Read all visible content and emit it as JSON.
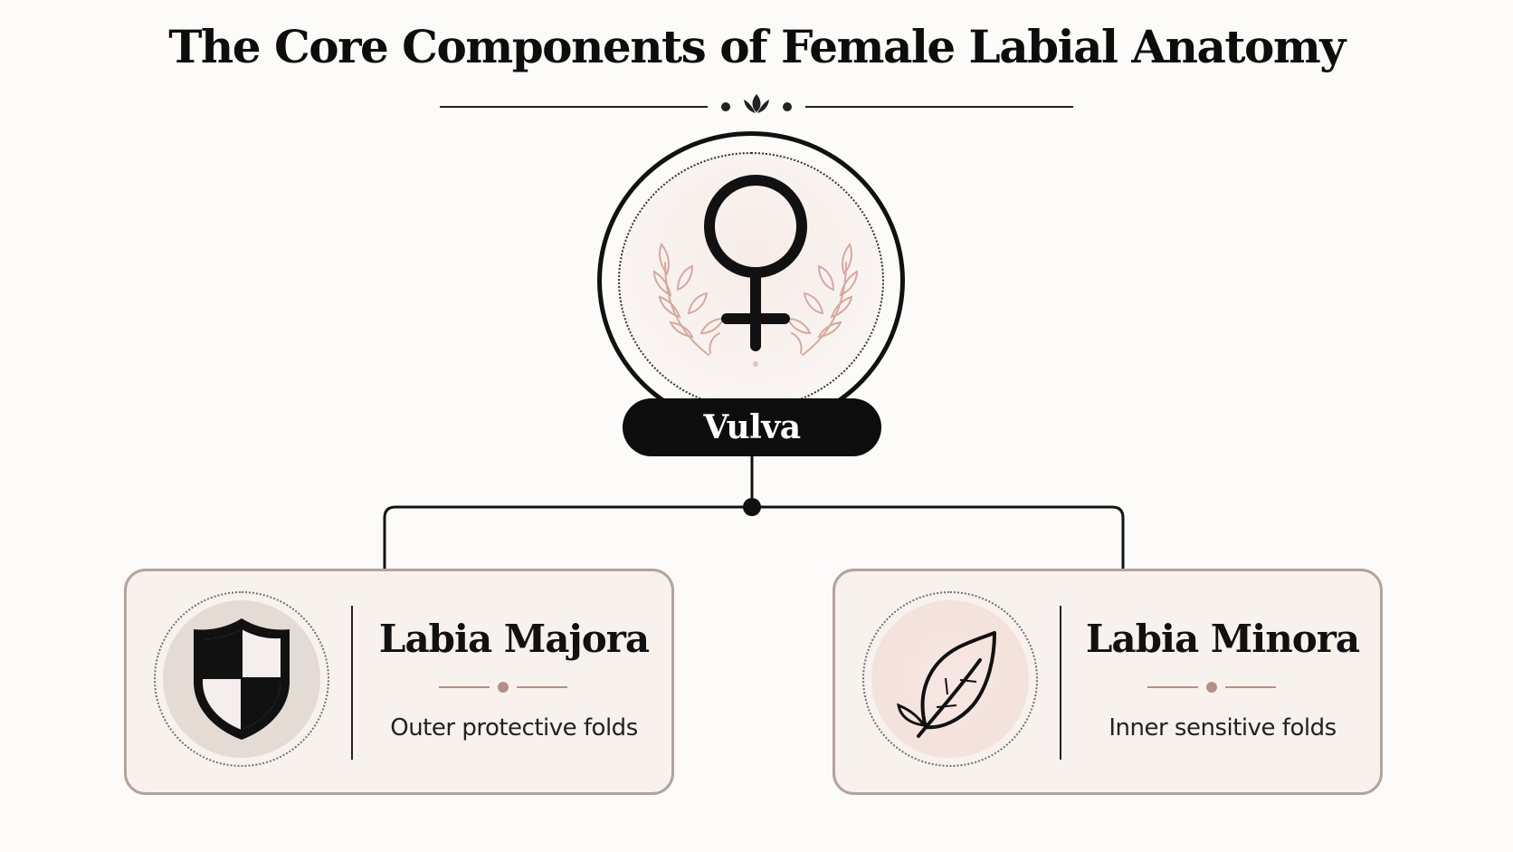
{
  "title": "The Core Components of Female Labial Anatomy",
  "root": {
    "label": "Vulva",
    "icon": "venus-symbol-icon",
    "accent_color": "#d7a89f"
  },
  "children": [
    {
      "heading": "Labia Majora",
      "description": "Outer protective folds",
      "icon": "shield-icon"
    },
    {
      "heading": "Labia Minora",
      "description": "Inner sensitive folds",
      "icon": "leaf-icon"
    }
  ],
  "colors": {
    "dark": "#0d0d0d",
    "card_bg": "#f8f2ee",
    "card_border": "#b3a39b",
    "ornament": "#b39086"
  }
}
